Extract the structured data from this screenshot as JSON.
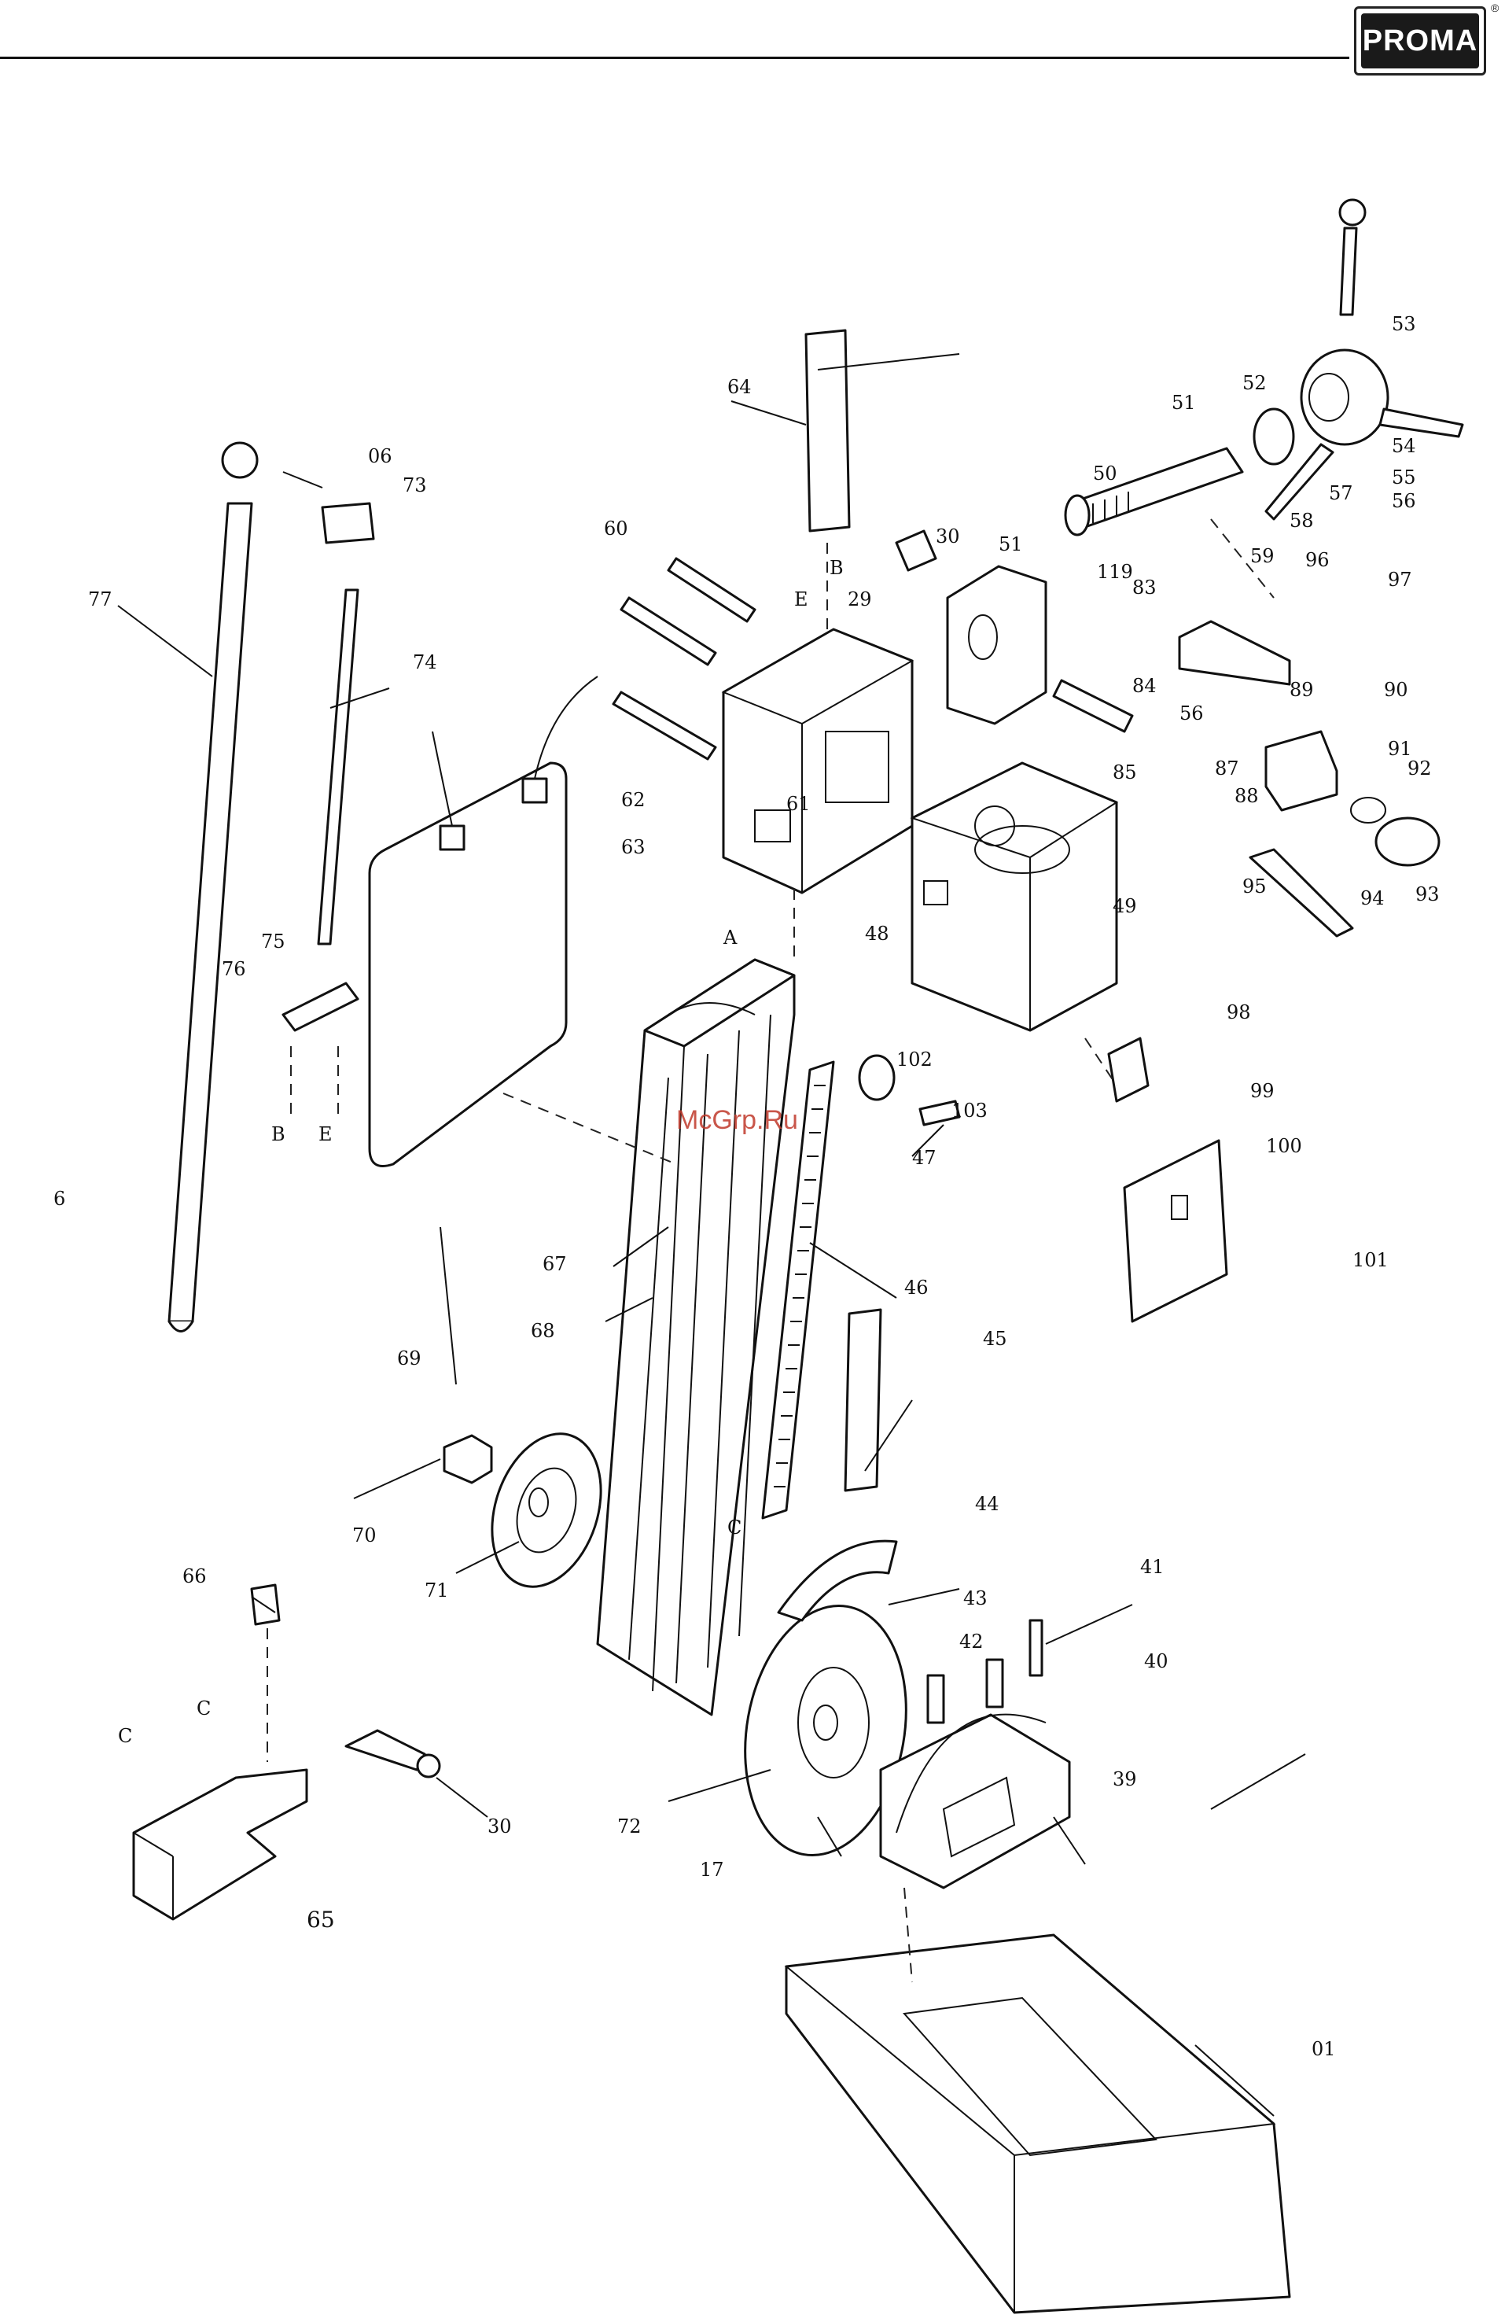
{
  "header": {
    "brand": "PROMA",
    "registered_mark": "®"
  },
  "watermark": "McGrp.Ru",
  "callouts": {
    "c01": "01",
    "c6": "6",
    "c06": "06",
    "c17": "17",
    "c29": "29",
    "c30a": "30",
    "c30b": "30",
    "c39": "39",
    "c40": "40",
    "c41": "41",
    "c42": "42",
    "c43": "43",
    "c44": "44",
    "c45": "45",
    "c46": "46",
    "c47": "47",
    "c48": "48",
    "c49": "49",
    "c50": "50",
    "c51a": "51",
    "c51b": "51",
    "c52": "52",
    "c53": "53",
    "c54": "54",
    "c55": "55",
    "c56a": "56",
    "c56b": "56",
    "c57": "57",
    "c58": "58",
    "c59": "59",
    "c60": "60",
    "c61": "61",
    "c62": "62",
    "c63": "63",
    "c64": "64",
    "c65": "65",
    "c66": "66",
    "c67": "67",
    "c68": "68",
    "c69": "69",
    "c70": "70",
    "c71": "71",
    "c72": "72",
    "c73": "73",
    "c74": "74",
    "c75": "75",
    "c76": "76",
    "c77": "77",
    "c83": "83",
    "c84": "84",
    "c85": "85",
    "c87": "87",
    "c88": "88",
    "c89": "89",
    "c90": "90",
    "c91": "91",
    "c92": "92",
    "c93": "93",
    "c94": "94",
    "c95": "95",
    "c96": "96",
    "c97": "97",
    "c98": "98",
    "c99": "99",
    "c100": "100",
    "c101": "101",
    "c102": "102",
    "c103": "103",
    "c119": "119"
  },
  "assembly_letters": {
    "A": "A",
    "B1": "B",
    "B2": "B",
    "C1": "C",
    "C2": "C",
    "C3": "C",
    "E1": "E",
    "E2": "E"
  }
}
